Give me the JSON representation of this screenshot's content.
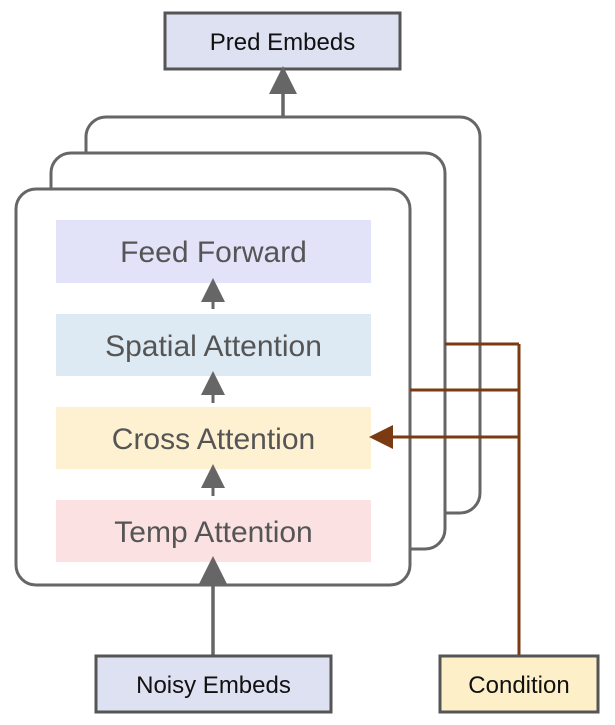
{
  "output_box": {
    "label": "Pred Embeds",
    "fill": "#dde1f1",
    "stroke": "#555555"
  },
  "input_box": {
    "label": "Noisy Embeds",
    "fill": "#dde1f1",
    "stroke": "#555555"
  },
  "condition_box": {
    "label": "Condition",
    "fill": "#fdf0c9",
    "stroke": "#555555"
  },
  "blocks": [
    {
      "id": "feed-forward",
      "label": "Feed Forward",
      "fill": "#e2e3f8"
    },
    {
      "id": "spatial-attention",
      "label": "Spatial Attention",
      "fill": "#dde9f3"
    },
    {
      "id": "cross-attention",
      "label": "Cross Attention",
      "fill": "#fdf1d2"
    },
    {
      "id": "temp-attention",
      "label": "Temp Attention",
      "fill": "#fbe1e1"
    }
  ],
  "colors": {
    "frame_stroke": "#666666",
    "arrow_gray": "#666666",
    "condition_line": "#7a3b12",
    "block_text": "#555555"
  }
}
